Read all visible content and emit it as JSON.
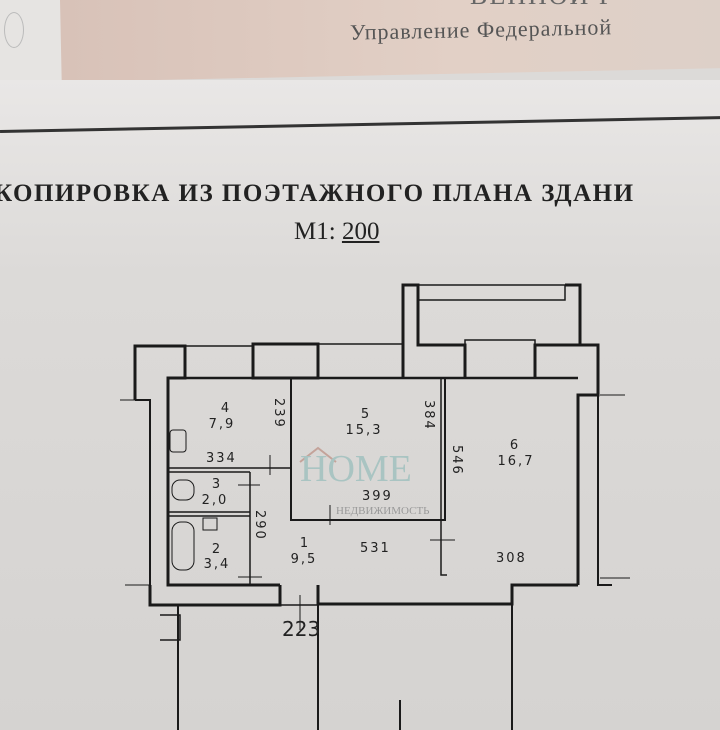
{
  "header": {
    "partial_top": "ВЕННОЙ Р",
    "agency": "Управление Федеральной"
  },
  "document": {
    "title": "КОПИРОВКА ИЗ ПОЭТАЖНОГО ПЛАНА ЗДАНИ",
    "scale_prefix": "М1:",
    "scale_value": "200"
  },
  "plan": {
    "rooms": [
      {
        "number": "1",
        "area": "9,5"
      },
      {
        "number": "2",
        "area": "3,4"
      },
      {
        "number": "3",
        "area": "2,0"
      },
      {
        "number": "4",
        "area": "7,9"
      },
      {
        "number": "5",
        "area": "15,3"
      },
      {
        "number": "6",
        "area": "16,7"
      }
    ],
    "dimensions": {
      "d239": "239",
      "d384": "384",
      "d546": "546",
      "d334": "334",
      "d399": "399",
      "d290": "290",
      "d531": "531",
      "d308": "308",
      "d223": "223"
    }
  },
  "watermark": {
    "brand": "HOME",
    "subtitle": "НЕДВИЖИМОСТЬ"
  }
}
